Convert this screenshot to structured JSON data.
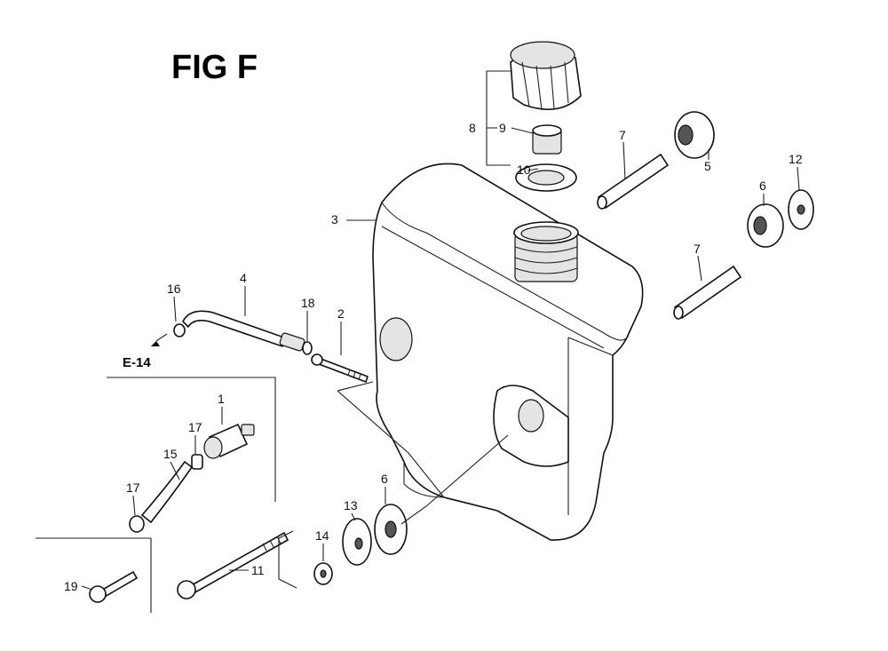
{
  "figure": {
    "title": "FIG F",
    "reference": "E-14"
  },
  "callouts": [
    "1",
    "2",
    "3",
    "4",
    "5",
    "6",
    "6",
    "7",
    "7",
    "8",
    "9",
    "10",
    "11",
    "12",
    "13",
    "14",
    "15",
    "16",
    "17",
    "17",
    "18",
    "19"
  ],
  "colors": {
    "ink": "#111111",
    "paper": "#ffffff",
    "shade": "#e4e4e4"
  }
}
